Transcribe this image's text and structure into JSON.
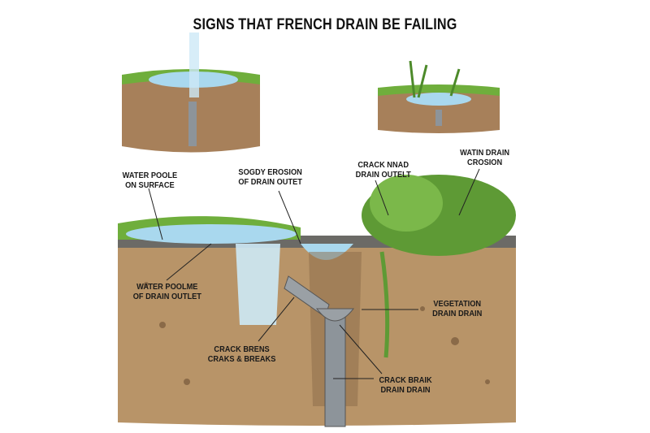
{
  "title": "SIGNS THAT FRENCH DRAIN BE FAILING",
  "labels": {
    "water_poole": [
      "WATER POOLE",
      "ON SURFACE"
    ],
    "sogdy_erosion": [
      "SOGDY EROSION",
      "OF DRAIN OUTET"
    ],
    "crack_nnad": [
      "CRACK NNAD",
      "DRAIN OUTELT"
    ],
    "watin_drain": [
      "WATIN DRAIN",
      "CROSION"
    ],
    "water_poolme": [
      "WATER POOLME",
      "OF DRAIN OUTLET"
    ],
    "vegetation": [
      "VEGETATION",
      "DRAIN DRAIN"
    ],
    "crack_brens": [
      "CRACK BRENS",
      "CRAKS & BREAKS"
    ],
    "crack_braik": [
      "CRACK BRAIK",
      "DRAIN DRAIN"
    ]
  },
  "colors": {
    "soil": "#b89468",
    "grass": "#6fae3c",
    "water": "#a9d8ee",
    "pipe": "#8d949a"
  }
}
